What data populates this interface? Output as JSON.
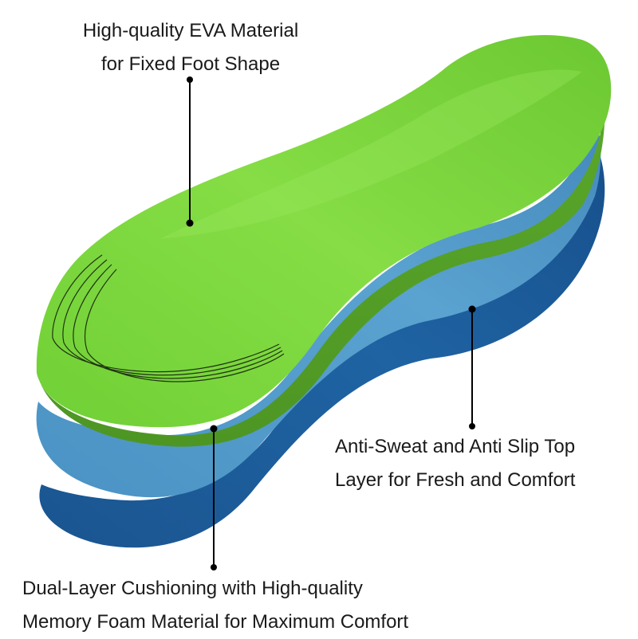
{
  "callouts": {
    "top": {
      "line1": "High-quality EVA Material",
      "line2": "for Fixed Foot Shape"
    },
    "right": {
      "line1": "Anti-Sweat and Anti Slip Top",
      "line2": "Layer for Fresh and Comfort"
    },
    "bottom": {
      "line1": "Dual-Layer Cushioning with High-quality",
      "line2": "Memory Foam Material for Maximum Comfort"
    }
  },
  "colors": {
    "background": "#ffffff",
    "eva_layer_green": "#78d63a",
    "top_layer_light_blue": "#4f97c7",
    "foam_layer_dark_blue": "#1c5a96",
    "text": "#1a1a1a",
    "leader_line": "#000000"
  },
  "icons": [
    "insole-layers-illustration",
    "leader-dot"
  ]
}
